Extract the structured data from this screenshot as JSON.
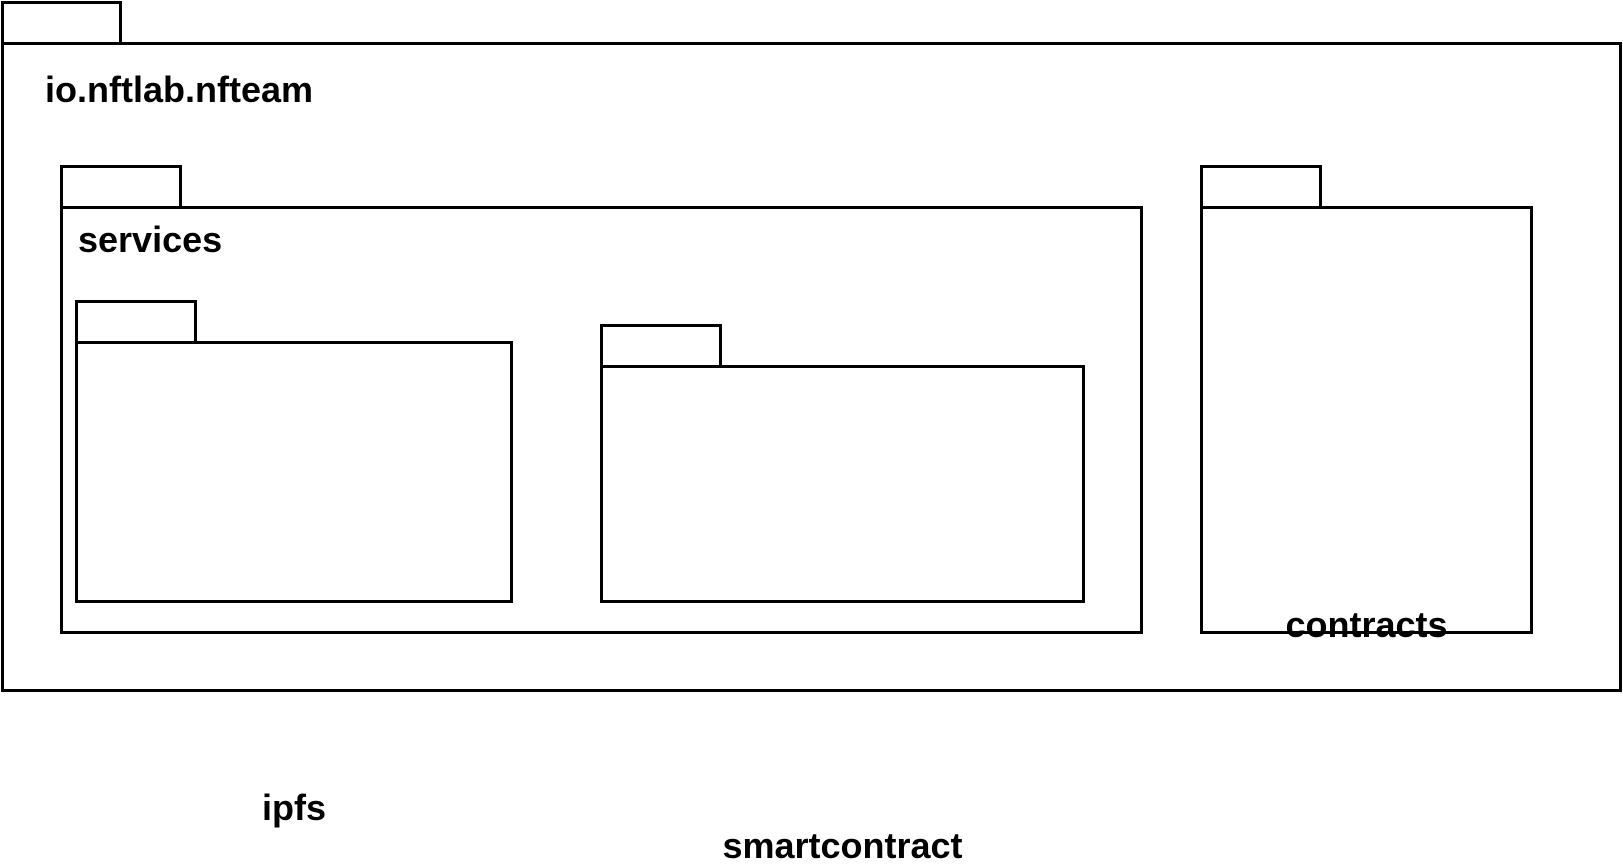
{
  "diagram": {
    "root_package": {
      "name": "io.nftlab.nfteam",
      "packages": [
        {
          "name": "services",
          "packages": [
            {
              "name": "ipfs"
            },
            {
              "name": "smartcontract"
            }
          ]
        },
        {
          "name": "contracts"
        }
      ]
    },
    "colors": {
      "stroke": "#000000",
      "fill": "#ffffff"
    }
  }
}
